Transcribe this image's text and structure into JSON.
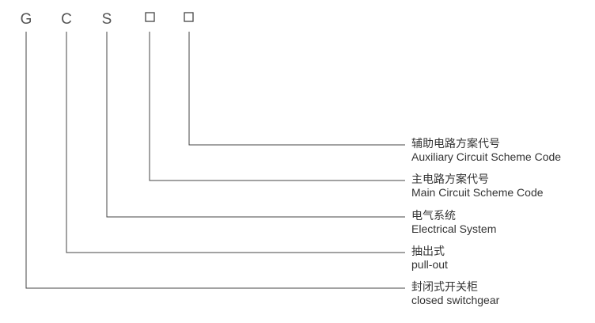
{
  "code": {
    "letters": [
      "G",
      "C",
      "S"
    ],
    "placeholder_count": 2
  },
  "labels": [
    {
      "cn": "辅助电路方案代号",
      "en": "Auxiliary Circuit Scheme Code"
    },
    {
      "cn": "主电路方案代号",
      "en": "Main Circuit Scheme Code"
    },
    {
      "cn": "电气系统",
      "en": "Electrical System"
    },
    {
      "cn": "抽出式",
      "en": "pull-out"
    },
    {
      "cn": "封闭式开关柜",
      "en": "closed switchgear"
    }
  ],
  "colors": {
    "line": "#444444",
    "text": "#333333",
    "letter": "#555555"
  }
}
